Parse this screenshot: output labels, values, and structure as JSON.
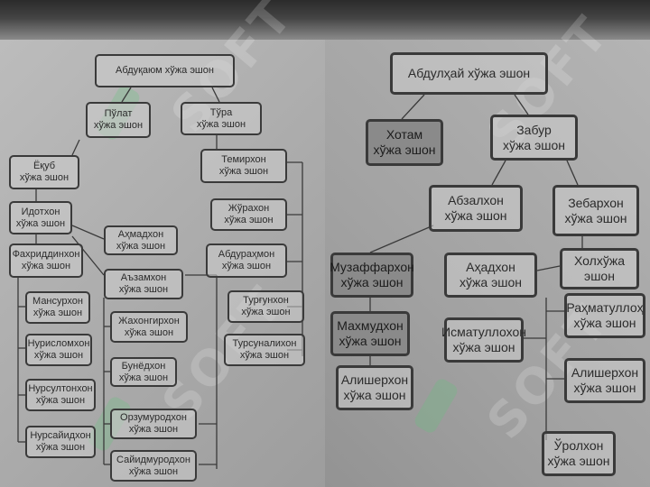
{
  "watermark": "SOFT",
  "left_page": {
    "root": "Абдуқаюм хўжа эшон",
    "pulat": [
      "Пўлат",
      "хўжа эшон"
    ],
    "tura": [
      "Тўра",
      "хўжа эшон"
    ],
    "yokub": [
      "Ёқуб",
      "хўжа эшон"
    ],
    "idotxon": [
      "Идотхон",
      "хўжа эшон"
    ],
    "faxriddinxon": [
      "Фахриддинхон",
      "хўжа эшон"
    ],
    "axmadxon": [
      "Аҳмадхон",
      "хўжа эшон"
    ],
    "azamxon": [
      "Аъзамхон",
      "хўжа эшон"
    ],
    "mansurxon": [
      "Мансурхон",
      "хўжа эшон"
    ],
    "nurislomxon": [
      "Нурисломхон",
      "хўжа эшон"
    ],
    "nursultonxon": [
      "Нурсултонхон",
      "хўжа эшон"
    ],
    "nursaidxon": [
      "Нурсайидхон",
      "хўжа эшон"
    ],
    "jahongirxon": [
      "Жахонгирхон",
      "хўжа эшон"
    ],
    "bunyodxon": [
      "Бунёдхон",
      "хўжа эшон"
    ],
    "orzumurodxon": [
      "Орзумуродхон",
      "хўжа эшон"
    ],
    "saidmurodxon": [
      "Сайидмуродхон",
      "хўжа эшон"
    ],
    "temirxon": [
      "Темирхон",
      "хўжа эшон"
    ],
    "jorahon": [
      "Жўрахон",
      "хўжа эшон"
    ],
    "abdurahmon": [
      "Абдураҳмон",
      "хўжа эшон"
    ],
    "turgunxon": [
      "Турғунхон",
      "хўжа эшон"
    ],
    "tursunalixon": [
      "Турсуналихон",
      "хўжа эшон"
    ]
  },
  "right_page": {
    "root": "Абдулҳай хўжа эшон",
    "xotam": [
      "Хотам",
      "хўжа эшон"
    ],
    "zabur": [
      "Забур",
      "хўжа эшон"
    ],
    "abzalxon": [
      "Абзалхон",
      "хўжа эшон"
    ],
    "zebarxon": [
      "Зебархон",
      "хўжа эшон"
    ],
    "muzaffarxon": [
      "Музаффархон",
      "хўжа эшон"
    ],
    "maxmudxon": [
      "Махмудхон",
      "хўжа эшон"
    ],
    "alisherxon_left": [
      "Алишерхон",
      "хўжа эшон"
    ],
    "axadxon": [
      "Аҳадхон",
      "хўжа эшон"
    ],
    "ismatullohxon": [
      "Исматуллохон",
      "хўжа эшон"
    ],
    "xolxoja": [
      "Холхўжа",
      "эшон"
    ],
    "rahmatulloh": [
      "Раҳматуллоҳ",
      "хўжа эшон"
    ],
    "alisherxon_right": [
      "Алишерхон",
      "хўжа эшон"
    ],
    "urolxon": [
      "Ўролхон",
      "хўжа эшон"
    ]
  }
}
